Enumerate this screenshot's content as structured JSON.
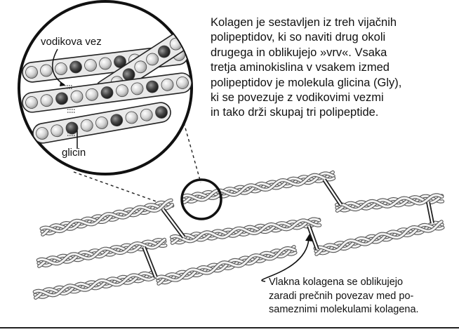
{
  "figure": {
    "description_lines": [
      "Kolagen je sestavljen iz treh vijačnih",
      "polipeptidov, ki so naviti drug okoli",
      "drugega in oblikujejo »vrv«. Vsaka",
      "tretja aminokislina v vsakem izmed",
      "polipeptidov je molekula glicina (Gly),",
      "ki se povezuje z vodikovimi vezmi",
      "in tako drži skupaj tri polipeptide."
    ],
    "fiber_caption_lines": [
      "Vlakna kolagena se oblikujejo",
      "zaradi prečnih povezav med po-",
      "sameznimi molekulami kolagena."
    ],
    "labels": {
      "hydrogen_bond": "vodikova vez",
      "glycine": "glicin"
    }
  }
}
